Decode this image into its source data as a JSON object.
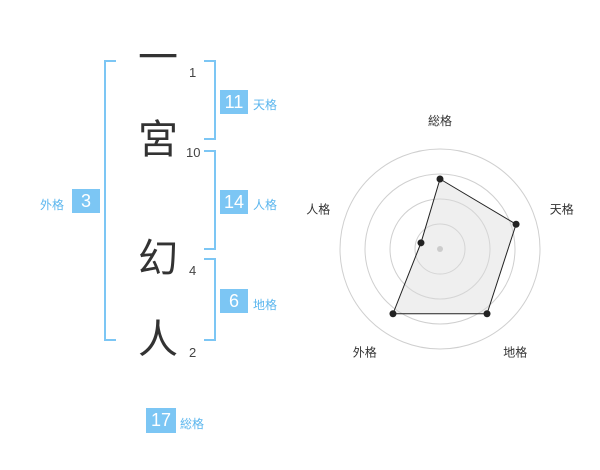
{
  "name_chars": [
    {
      "char": "一",
      "strokes": "1"
    },
    {
      "char": "宮",
      "strokes": "10"
    },
    {
      "char": "幻",
      "strokes": "4"
    },
    {
      "char": "人",
      "strokes": "2"
    }
  ],
  "fortune": {
    "tenkaku": {
      "value": "11",
      "label": "天格"
    },
    "jinkaku": {
      "value": "14",
      "label": "人格"
    },
    "chikaku": {
      "value": "6",
      "label": "地格"
    },
    "gaikaku": {
      "value": "3",
      "label": "外格"
    },
    "soukaku": {
      "value": "17",
      "label": "総格"
    }
  },
  "accent_color": "#7cc6f4",
  "chart_data": {
    "type": "radar",
    "axes": [
      "総格",
      "天格",
      "地格",
      "外格",
      "人格"
    ],
    "values": [
      0.7,
      0.8,
      0.8,
      0.8,
      0.2
    ],
    "max": 1,
    "rings": 4
  }
}
